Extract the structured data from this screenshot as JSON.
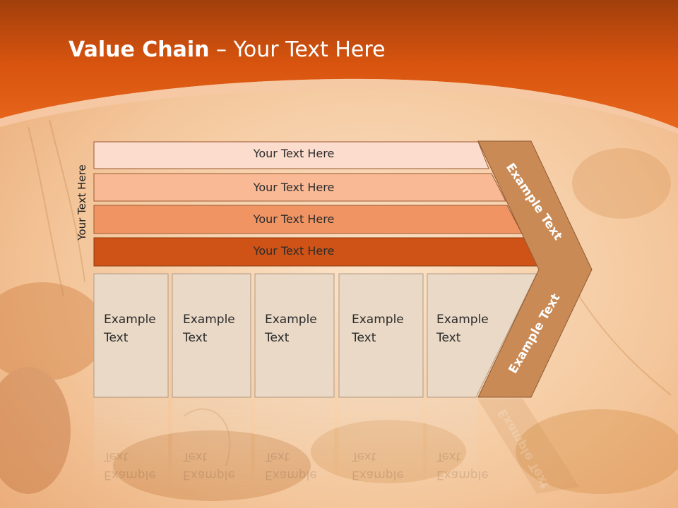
{
  "slide": {
    "title_bold": "Value Chain",
    "title_rest": " – Your Text Here",
    "side_label": "Your Text Here",
    "bars": [
      {
        "label": "Your Text Here",
        "color": "#fcdccd"
      },
      {
        "label": "Your Text Here",
        "color": "#f8b994"
      },
      {
        "label": "Your Text Here",
        "color": "#f19463"
      },
      {
        "label": "Your Text Here",
        "color": "#cf5316"
      }
    ],
    "boxes": [
      {
        "line1": "Example",
        "line2": "Text"
      },
      {
        "line1": "Example",
        "line2": "Text"
      },
      {
        "line1": "Example",
        "line2": "Text"
      },
      {
        "line1": "Example",
        "line2": "Text"
      },
      {
        "line1": "Example",
        "line2": "Text"
      }
    ],
    "chevron_top_label": "Example Text",
    "chevron_bottom_label": "Example Text",
    "colors": {
      "header_orange": "#e05a12",
      "box_fill": "#ead9c6",
      "chevron_fill": "#c98a55"
    }
  }
}
